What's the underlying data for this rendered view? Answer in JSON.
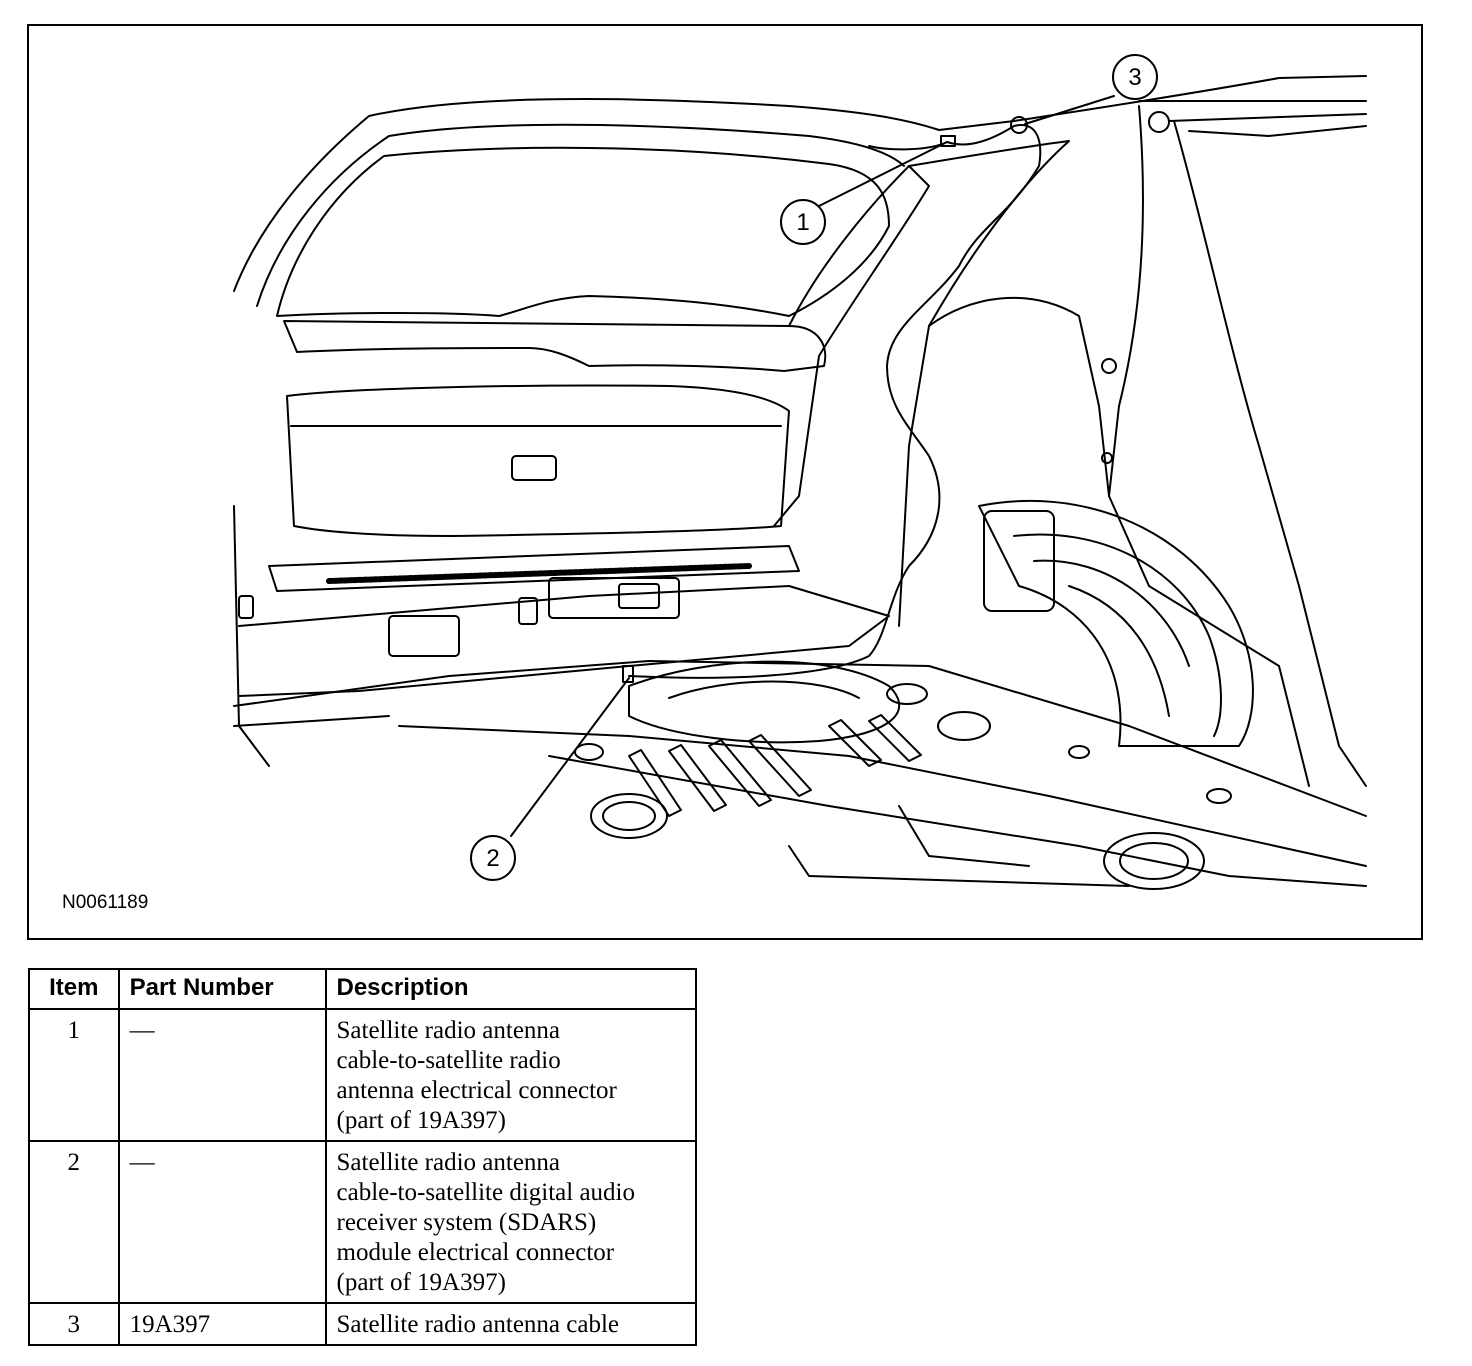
{
  "figure": {
    "id": "N0061189",
    "callouts": [
      "1",
      "2",
      "3"
    ]
  },
  "table": {
    "headers": {
      "item": "Item",
      "part_number": "Part Number",
      "description": "Description"
    },
    "rows": [
      {
        "item": "1",
        "part_number": "—",
        "description_lines": [
          "Satellite radio antenna",
          "cable-to-satellite radio",
          "antenna electrical connector",
          "(part of 19A397)"
        ]
      },
      {
        "item": "2",
        "part_number": "—",
        "description_lines": [
          "Satellite radio antenna",
          "cable-to-satellite digital audio",
          "receiver system (SDARS)",
          "module electrical connector",
          "(part of 19A397)"
        ]
      },
      {
        "item": "3",
        "part_number": "19A397",
        "description_lines": [
          "Satellite radio antenna cable"
        ]
      }
    ]
  }
}
